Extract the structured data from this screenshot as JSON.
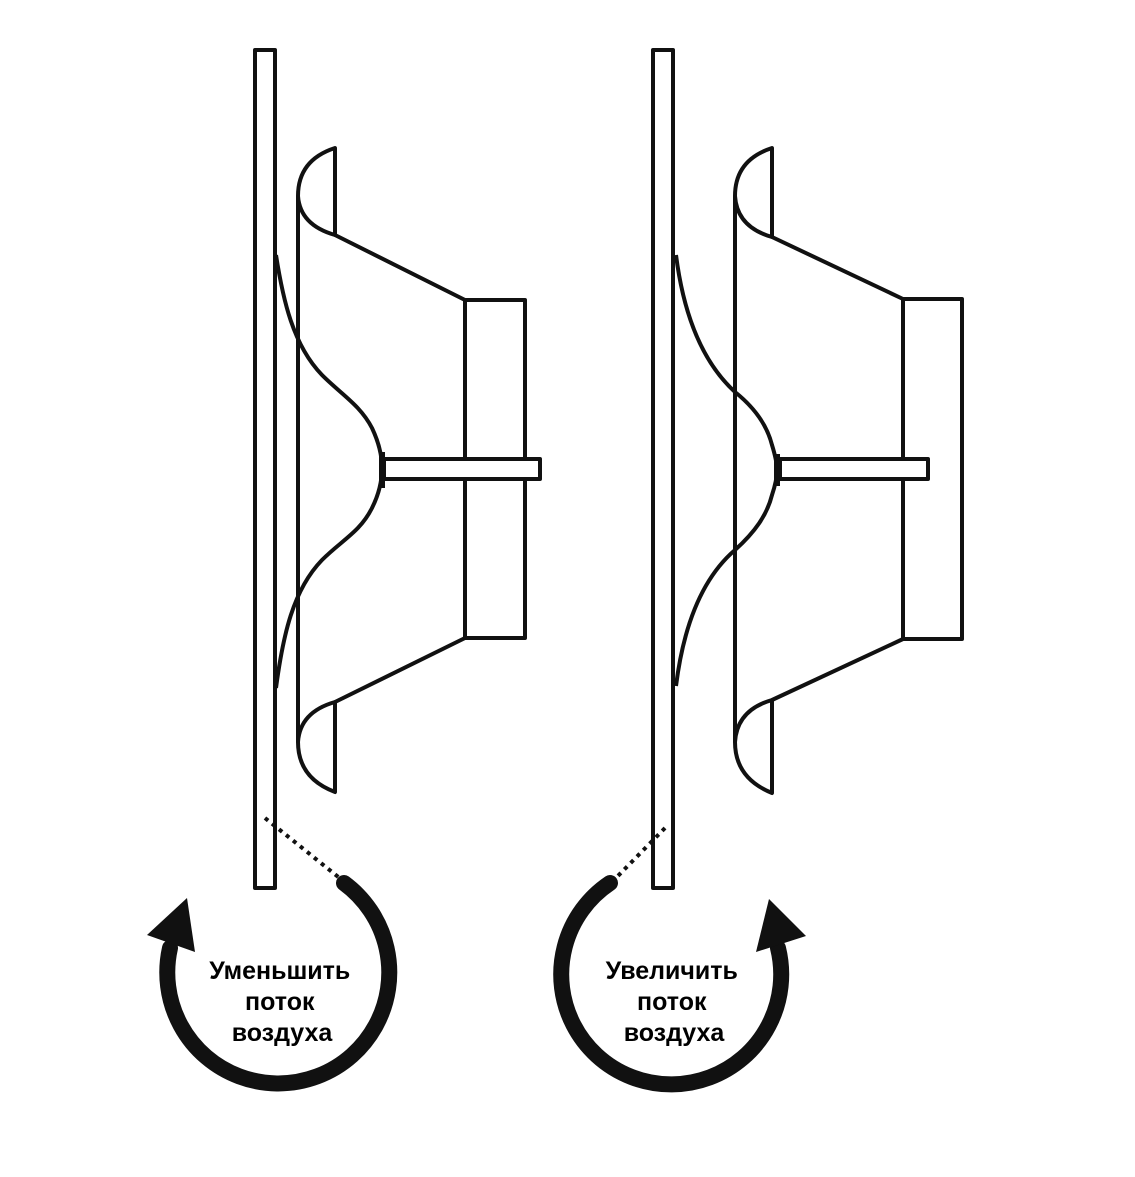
{
  "colors": {
    "stroke": "#111111",
    "background": "#ffffff"
  },
  "left_panel": {
    "action": "decrease",
    "caption_lines": [
      "Уменьшить",
      "поток",
      "воздуха"
    ]
  },
  "right_panel": {
    "action": "increase",
    "caption_lines": [
      "Увеличить",
      "поток",
      "воздуха"
    ]
  }
}
